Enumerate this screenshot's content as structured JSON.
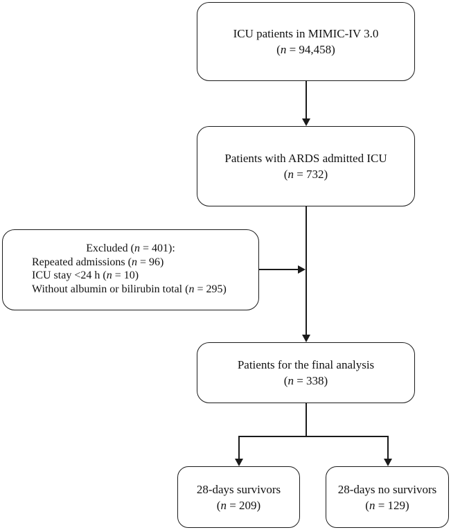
{
  "diagram": {
    "type": "flowchart",
    "colors": {
      "line": "#1a1a1a",
      "text": "#111111",
      "background": "#ffffff"
    },
    "symbols": {
      "open": "(",
      "n": "n",
      "eq": " = ",
      "close": ")"
    },
    "boxes": {
      "box1": {
        "title": "ICU patients in MIMIC-IV 3.0",
        "count": "94,458"
      },
      "box2": {
        "title": "Patients with ARDS admitted ICU",
        "count": "732"
      },
      "excluded": {
        "header_label": "Excluded ",
        "header_count": "401",
        "header_suffix": ":",
        "items": [
          {
            "label": "Repeated admissions ",
            "count": "96"
          },
          {
            "label": "ICU stay <24 h ",
            "count": "10"
          },
          {
            "label": "Without albumin or bilirubin total ",
            "count": "295"
          }
        ]
      },
      "box3": {
        "title": "Patients for the final analysis",
        "count": "338"
      },
      "box4": {
        "title": "28-days survivors",
        "count": "209"
      },
      "box5": {
        "title": "28-days no survivors",
        "count": "129"
      }
    }
  }
}
